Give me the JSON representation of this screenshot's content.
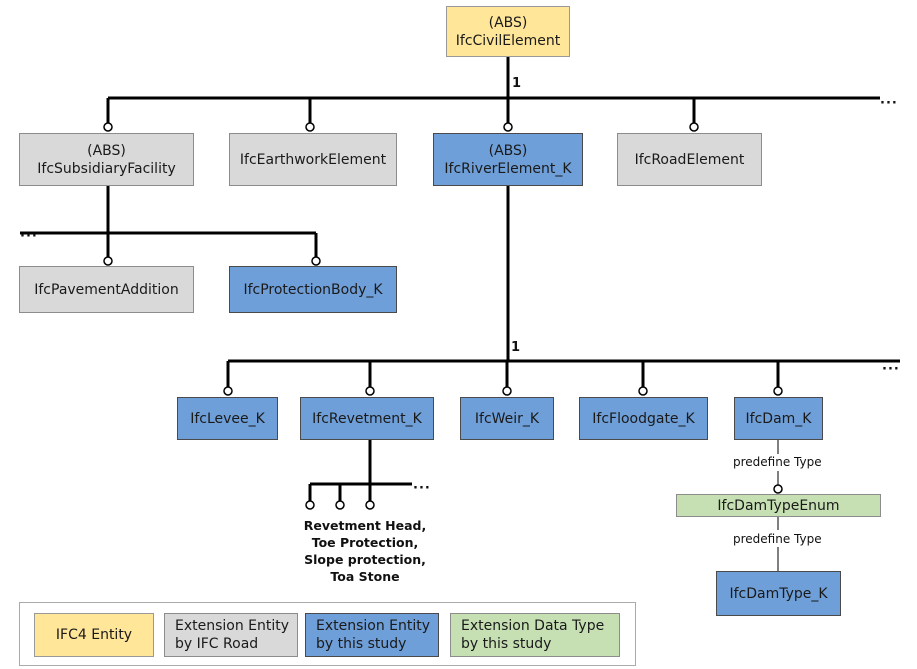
{
  "colors": {
    "ifc4": "#ffe699",
    "ifc_road": "#d9d9d9",
    "this_study": "#6f9fd8",
    "data_type": "#c6e0b4"
  },
  "nodes": {
    "civil_element": {
      "abs": "(ABS)",
      "name": "IfcCivilElement"
    },
    "subsidiary_facility": {
      "abs": "(ABS)",
      "name": "IfcSubsidiaryFacility"
    },
    "earthwork_element": {
      "name": "IfcEarthworkElement"
    },
    "river_element": {
      "abs": "(ABS)",
      "name": "IfcRiverElement_K"
    },
    "road_element": {
      "name": "IfcRoadElement"
    },
    "pavement_addition": {
      "name": "IfcPavementAddition"
    },
    "protection_body": {
      "name": "IfcProtectionBody_K"
    },
    "levee": {
      "name": "IfcLevee_K"
    },
    "revetment": {
      "name": "IfcRevetment_K"
    },
    "weir": {
      "name": "IfcWeir_K"
    },
    "floodgate": {
      "name": "IfcFloodgate_K"
    },
    "dam": {
      "name": "IfcDam_K"
    },
    "dam_type_enum": {
      "name": "IfcDamTypeEnum"
    },
    "dam_type": {
      "name": "IfcDamType_K"
    }
  },
  "labels": {
    "multiplicity_top": "1",
    "multiplicity_river": "1",
    "ellipsis": "···",
    "predefine_type_1": "predefine Type",
    "predefine_type_2": "predefine Type",
    "revetment_types": [
      "Revetment Head,",
      "Toe Protection,",
      "Slope protection,",
      "Toa Stone"
    ]
  },
  "legend": [
    {
      "lines": [
        "IFC4 Entity"
      ]
    },
    {
      "lines": [
        "Extension Entity",
        "by IFC Road"
      ]
    },
    {
      "lines": [
        "Extension Entity",
        "by this study"
      ]
    },
    {
      "lines": [
        "Extension Data Type",
        "by this study"
      ]
    }
  ]
}
